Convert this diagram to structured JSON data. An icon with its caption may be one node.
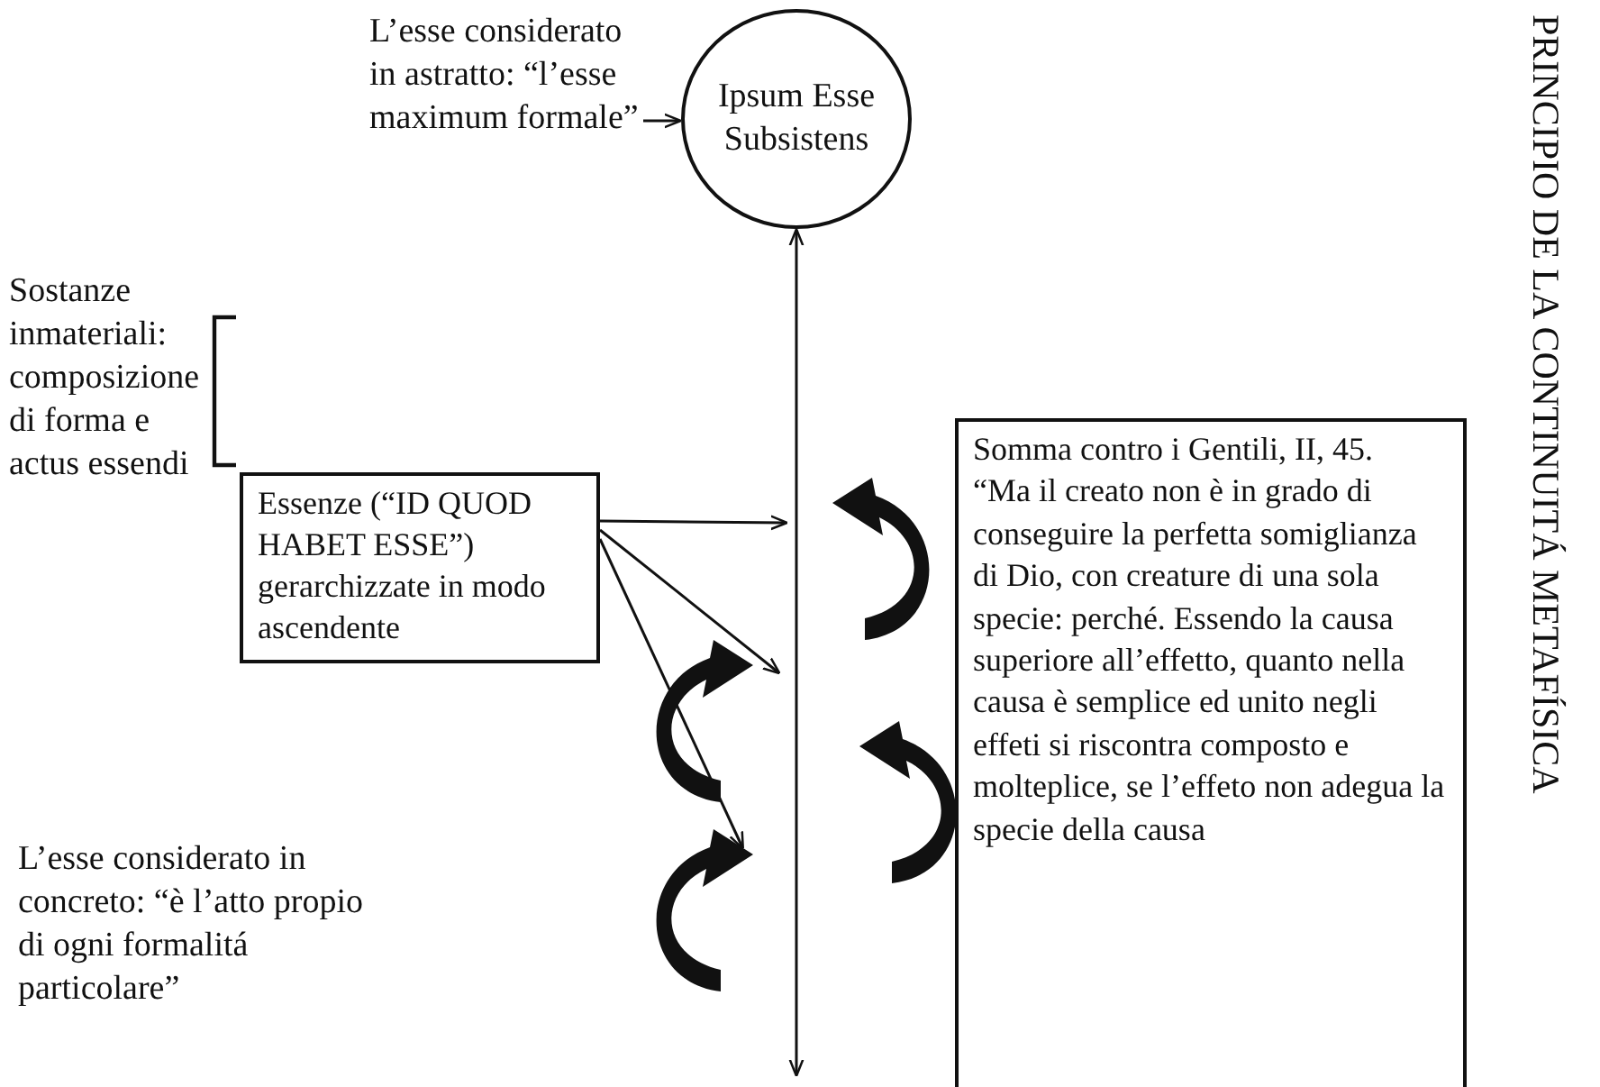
{
  "diagram": {
    "nodes": [
      {
        "text": [
          "Ipsum Esse Subsistens"
        ]
      },
      {
        "text": [
          "L’esse considerato in astratto: “l’esse maximum formale”"
        ]
      },
      {
        "text": [
          "Essenze (“ID QUOD HABET ESSE”) gerarchizzate in modo ascendente"
        ]
      },
      {
        "text": [
          "Somma contro i Gentili, II, 45.",
          "“Ma il creato non è in grado di conseguire la perfetta somiglianza di Dio, con creature di una sola specie: perché. Essendo la causa superiore all’effetto, quanto nella causa è semplice ed unito negli effeti si riscontra composto e molteplice, se l’effeto non adegua la specie della causa"
        ]
      }
    ],
    "edges": [
      {
        "from": 1,
        "to": 0,
        "arrow": "to"
      },
      {
        "from": 0,
        "to": null,
        "arrow": "both"
      },
      {
        "from": 2,
        "to": null,
        "arrow": "to"
      },
      {
        "from": 2,
        "to": null,
        "arrow": "to"
      },
      {
        "from": 2,
        "to": null,
        "arrow": "to"
      }
    ],
    "labels": [
      "Sostanze inmateriali: composizione di forma e actus essendi",
      "L’esse considerato in concreto: “è l’atto propio di ogni formalitá particolare”",
      "PRINCIPIO DE LA CONTINUITÁ METAFÍSICA"
    ]
  }
}
